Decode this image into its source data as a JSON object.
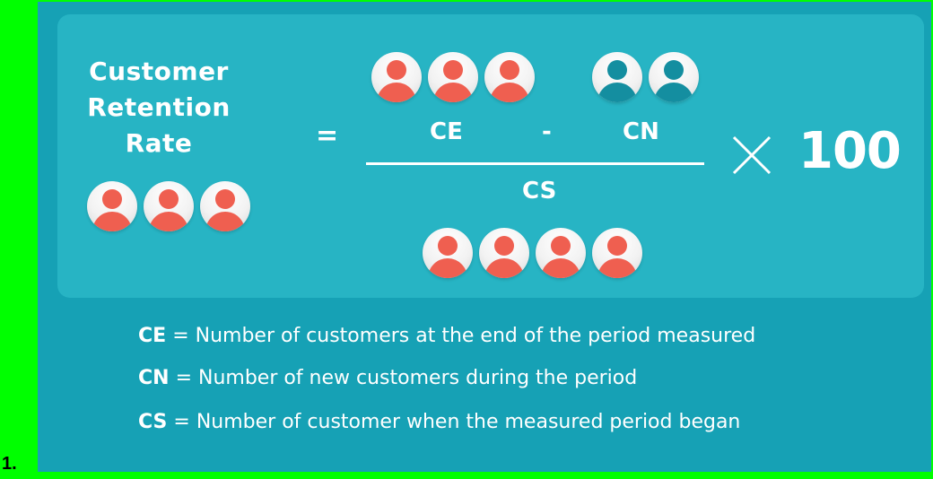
{
  "formula": {
    "title_lines": [
      "Customer",
      "Retention",
      "Rate"
    ],
    "equals": "=",
    "ce": "CE",
    "minus": "-",
    "cn": "CN",
    "cs": "CS",
    "multiplier": "100"
  },
  "icons": {
    "title_group": {
      "count": 3,
      "color": "#ef5f50"
    },
    "ce_group": {
      "count": 3,
      "color": "#ef5f50"
    },
    "cn_group": {
      "count": 2,
      "color": "#148ea0"
    },
    "cs_group": {
      "count": 4,
      "color": "#ef5f50"
    }
  },
  "legend": [
    {
      "term": "CE",
      "definition": "= Number of customers at the end of the period measured"
    },
    {
      "term": "CN",
      "definition": "= Number of new customers during the period"
    },
    {
      "term": "CS",
      "definition": "= Number of customer when the measured period began"
    }
  ],
  "label": "1.",
  "colors": {
    "frame": "#00ff00",
    "background": "#16a1b5",
    "panel": "#27b4c4",
    "avatar_red": "#ef5f50",
    "avatar_teal": "#148ea0"
  }
}
